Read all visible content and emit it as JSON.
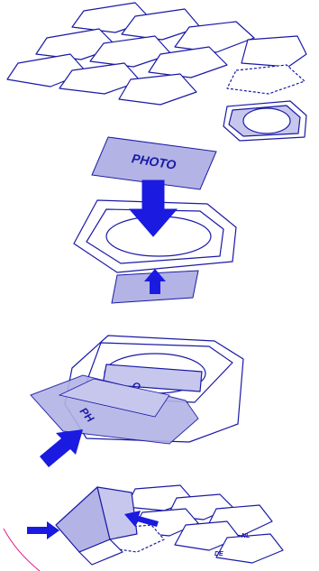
{
  "colors": {
    "line": "#1a1aa6",
    "fill_light": "#c7c7ee",
    "fill_mid": "#b3b3e6",
    "arrow": "#1a1ae0",
    "accent_line": "#e0208c",
    "paper": "#ffffff"
  },
  "step1": {
    "description_icon": "sheet-of-tiles-and-single-tile-icon"
  },
  "step2": {
    "photo_label": "PHOTO",
    "arrow_down_icon": "arrow-down-icon",
    "arrow_up_icon": "arrow-up-icon"
  },
  "step3": {
    "photo_partial_label": "PH",
    "photo_partial_label_2": "O",
    "arrow_icon": "arrow-insert-icon"
  },
  "step4": {
    "lang_label_1": "NL",
    "lang_label_2": "DE",
    "arrow_left_icon": "arrow-in-left-icon",
    "arrow_right_icon": "arrow-in-right-icon"
  }
}
